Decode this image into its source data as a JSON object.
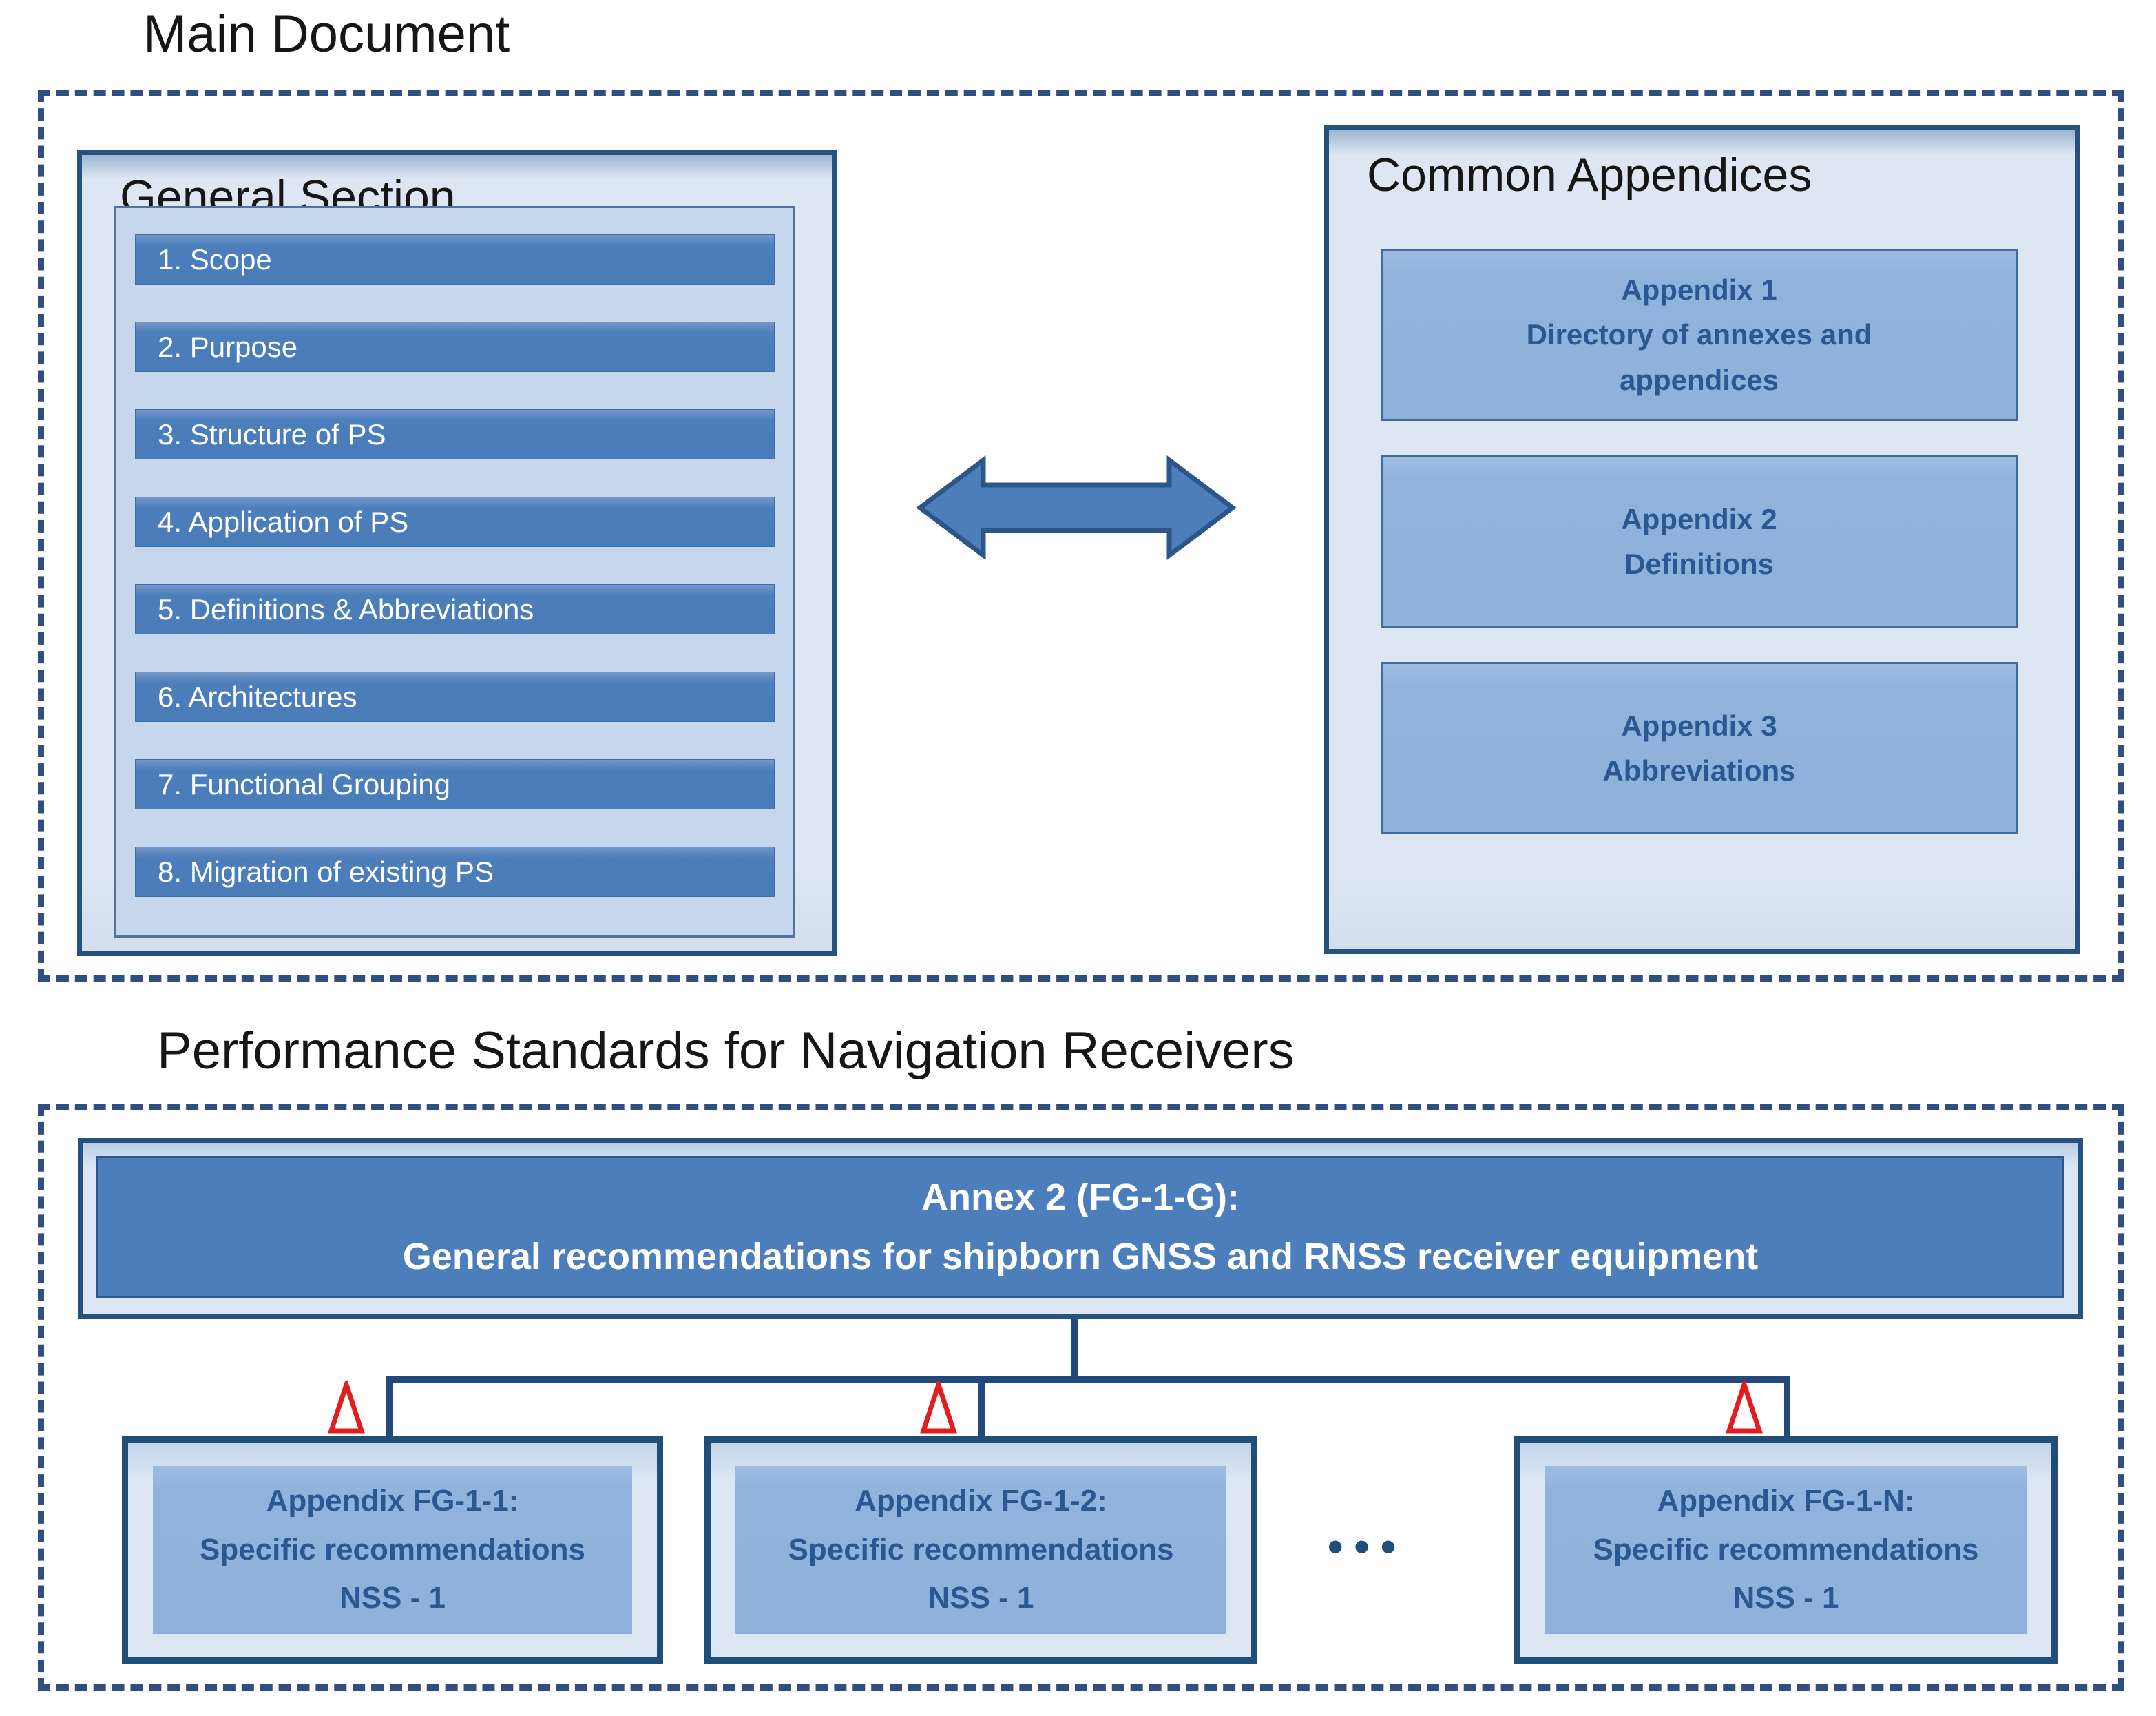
{
  "colors": {
    "dashed_border": "#2e4f80",
    "container_fill": "#dde7f3",
    "container_border": "#27517f",
    "panel_fill": "#c6d6ec",
    "bar_fill": "#4b7ebb",
    "bar_text": "#ffffff",
    "card_fill": "#8fb2dc",
    "card_text": "#2a5893",
    "annex_fill": "#4b7ebb",
    "annex_text": "#ffffff",
    "connector": "#23497c",
    "triangle_red": "#e11d1d",
    "title_text": "#161616"
  },
  "main_document": {
    "title": "Main Document",
    "general_section": {
      "title": "General Section",
      "items": [
        "1. Scope",
        "2. Purpose",
        "3. Structure of PS",
        "4. Application of PS",
        "5. Definitions & Abbreviations",
        "6. Architectures",
        "7. Functional Grouping",
        "8. Migration of existing PS"
      ]
    },
    "common_appendices": {
      "title": "Common Appendices",
      "items": [
        {
          "line1": "Appendix 1",
          "line2": "Directory of annexes and appendices"
        },
        {
          "line1": "Appendix 2",
          "line2": "Definitions"
        },
        {
          "line1": "Appendix 3",
          "line2": "Abbreviations"
        }
      ]
    }
  },
  "performance_standards": {
    "title": "Performance Standards for Navigation Receivers",
    "annex": {
      "line1": "Annex 2 (FG-1-G):",
      "line2": "General recommendations for shipborn GNSS and RNSS receiver equipment"
    },
    "appendices": [
      {
        "line1": "Appendix FG-1-1:",
        "line2": "Specific recommendations",
        "line3": "NSS - 1"
      },
      {
        "line1": "Appendix FG-1-2:",
        "line2": "Specific recommendations",
        "line3": "NSS - 1"
      },
      {
        "line1": "Appendix FG-1-N:",
        "line2": "Specific recommendations",
        "line3": "NSS - 1"
      }
    ],
    "ellipsis": "•••"
  }
}
